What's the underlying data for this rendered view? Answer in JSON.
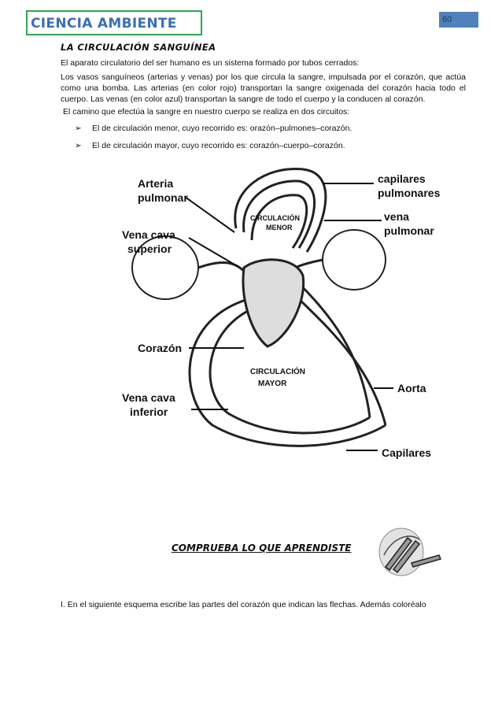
{
  "header": {
    "title": "CIENCIA AMBIENTE",
    "page_number": "60"
  },
  "section_title": "LA CIRCULACIÓN SANGUÍNEA",
  "paragraphs": [
    "El aparato circulatorio del ser humano es un sistema formado por tubos cerrados:",
    "Los vasos sanguíneos (arterias y venas) por los que circula la sangre, impulsada por el corazón, que actúa como una bomba. Las arterias (en color rojo) transportan la sangre oxigenada del corazón hacia todo el cuerpo. Las venas (en color azul) transportan la sangre de todo el cuerpo y la conducen al corazón.",
    "El camino que efectúa la sangre en nuestro cuerpo se realiza en dos circuitos:"
  ],
  "bullets": [
    "El de circulación menor, cuyo recorrido es: orazón–pulmones–corazón.",
    "El de circulación mayor, cuyo recorrido es: corazón–cuerpo–corazón."
  ],
  "diagram": {
    "labels": {
      "arteria_line1": "Arteria",
      "arteria_line2": "pulmonar",
      "capilares_pul_line1": "capilares",
      "capilares_pul_line2": "pulmonares",
      "vena_pul_line1": "vena",
      "vena_pul_line2": "pulmonar",
      "vena_sup_line1": "Vena cava",
      "vena_sup_line2": "superior",
      "corazon": "Corazón",
      "aorta": "Aorta",
      "vena_inf_line1": "Vena cava",
      "vena_inf_line2": "inferior",
      "capilares": "Capilares",
      "circ_menor_line1": "CIRCULACIÓN",
      "circ_menor_line2": "MENOR",
      "circ_mayor_line1": "CIRCULACIÓN",
      "circ_mayor_line2": "MAYOR"
    }
  },
  "quiz": {
    "title": "COMPRUEBA LO QUE APRENDISTE",
    "question": "I. En el siguiente esquema escribe las partes del corazón que indican las flechas. Además coloréalo"
  },
  "colors": {
    "header_border": "#2fa84f",
    "header_text": "#3b6fb6",
    "page_num_bg": "#4f81bd"
  }
}
